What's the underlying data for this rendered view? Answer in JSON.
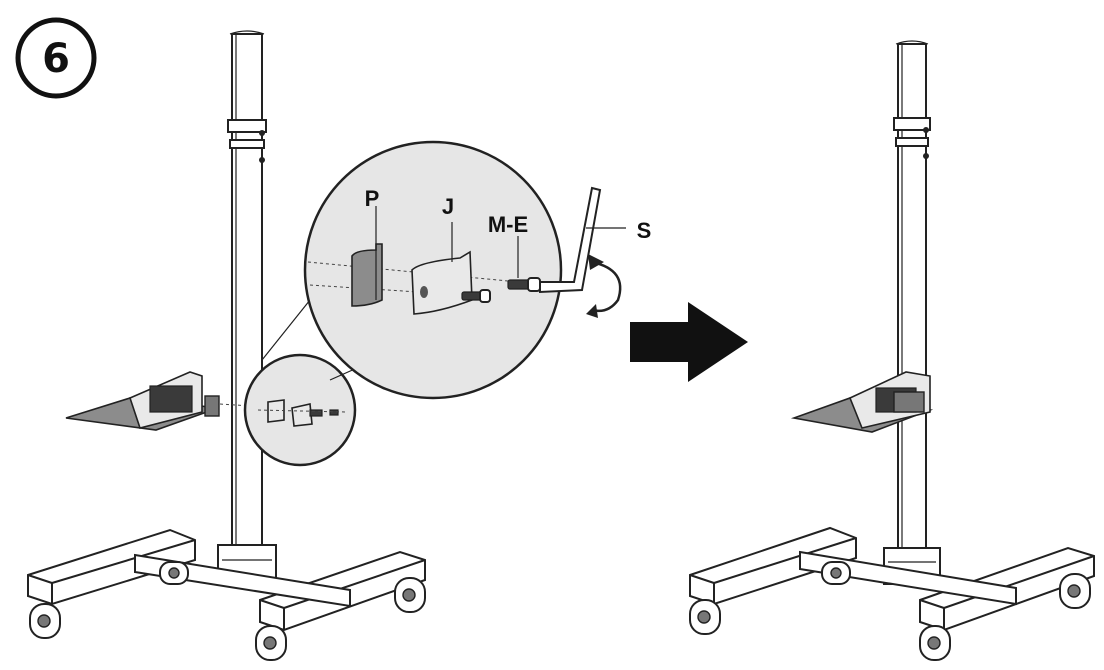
{
  "step": {
    "number": "6"
  },
  "callout": {
    "labels": {
      "p": "P",
      "j": "J",
      "m_e": "M-E",
      "s": "S"
    }
  },
  "icons": {
    "arrow": "right-arrow-icon",
    "rotate": "rotate-clockwise-icon"
  },
  "colors": {
    "line": "#222222",
    "panel": "#e6e6e6",
    "shelf": "#8c8c8c",
    "arrow": "#111111"
  }
}
